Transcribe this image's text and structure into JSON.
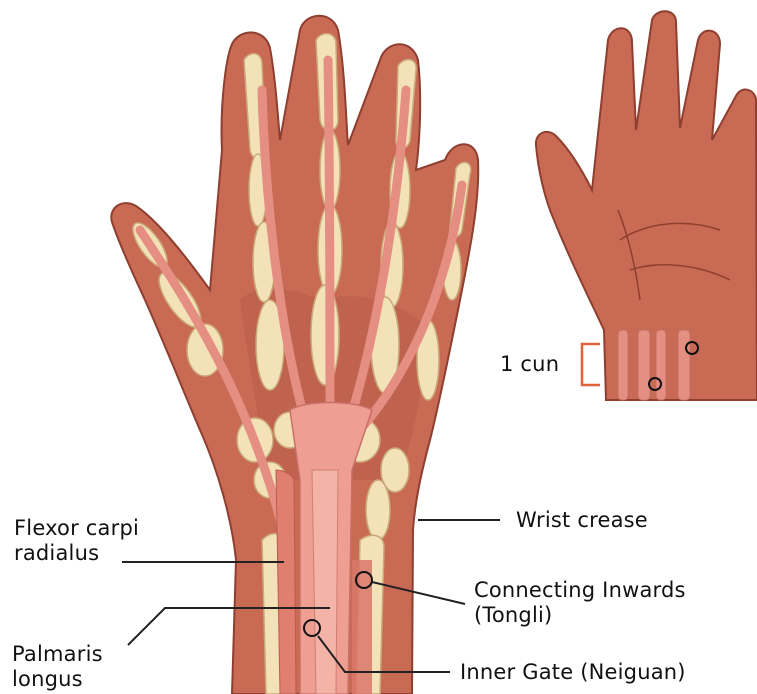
{
  "labels": {
    "flexor": {
      "line1": "Flexor carpi",
      "line2": "radialus"
    },
    "palmaris": {
      "line1": "Palmaris",
      "line2": "longus"
    },
    "wrist_crease": "Wrist crease",
    "tongli": {
      "line1": "Connecting Inwards",
      "line2": "(Tongli)"
    },
    "neiguan": "Inner Gate (Neiguan)",
    "cun": "1 cun"
  },
  "colors": {
    "skin": "#c96a55",
    "skin_dark": "#a8503f",
    "muscle": "#e58f83",
    "tendon": "#f3b3a6",
    "bone": "#f3e2b8",
    "bone_outline": "#c9a97a",
    "bracket": "#e0623c",
    "line": "#222222"
  }
}
